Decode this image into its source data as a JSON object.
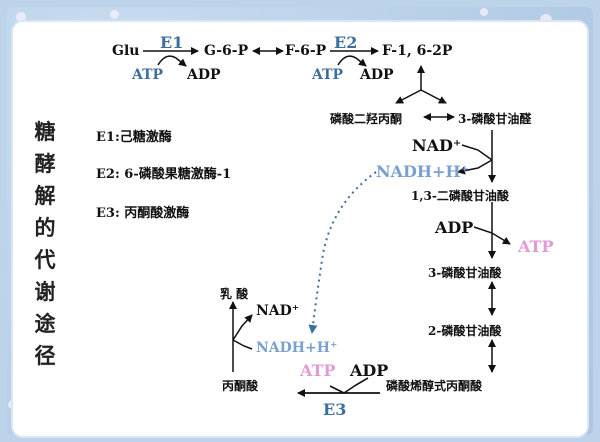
{
  "title": "糖酵解的代谢途径",
  "legend": {
    "e1": "E1:己糖激酶",
    "e2": "E2: 6-磷酸果糖激酶-1",
    "e3": "E3: 丙酮酸激酶"
  },
  "nodes": {
    "glu": "Glu",
    "g6p": "G-6-P",
    "f6p": "F-6-P",
    "f16p": "F-1, 6-2P",
    "dhap": "磷酸二羟丙酮",
    "g3p": "3-磷酸甘油醛",
    "bpg13": "1,3-二磷酸甘油酸",
    "pg3": "3-磷酸甘油酸",
    "pg2": "2-磷酸甘油酸",
    "pep": "磷酸烯醇式丙酮酸",
    "pyruvate": "丙酮酸",
    "lactate": "乳 酸"
  },
  "enzymes": {
    "e1": "E1",
    "e2": "E2",
    "e3": "E3"
  },
  "cofactors": {
    "atp1": "ATP",
    "adp1": "ADP",
    "atp2": "ATP",
    "adp2": "ADP",
    "nad1": "NAD⁺",
    "nadh1": "NADH+H⁺",
    "adp3": "ADP",
    "atp3": "ATP",
    "atp4": "ATP",
    "adp4": "ADP",
    "nad2": "NAD⁺",
    "nadh2": "NADH+H⁺"
  },
  "colors": {
    "enzyme": "#3e6e9c",
    "atp_pink": "#e39ad4",
    "nadh_blue": "#7aa0d0"
  }
}
